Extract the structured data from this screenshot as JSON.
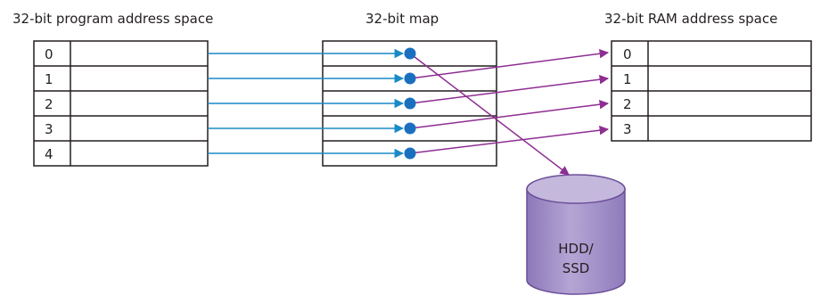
{
  "titles": {
    "program_space": "32-bit program address space",
    "map": "32-bit map",
    "ram_space": "32-bit RAM address space"
  },
  "program_rows": [
    "0",
    "1",
    "2",
    "3",
    "4"
  ],
  "ram_rows": [
    "0",
    "1",
    "2",
    "3"
  ],
  "map_rows": 5,
  "mapping": [
    {
      "from": "0",
      "to": "disk"
    },
    {
      "from": "1",
      "to": "0"
    },
    {
      "from": "2",
      "to": "1"
    },
    {
      "from": "3",
      "to": "2"
    },
    {
      "from": "4",
      "to": "3"
    }
  ],
  "disk": {
    "line1": "HDD/",
    "line2": "SSD"
  },
  "colors": {
    "box_border": "#231f20",
    "program_arrow": "#1a8ac6",
    "map_dot": "#1b6fbf",
    "mapping_arrow": "#8e2d92",
    "disk_fill": "#a996c9",
    "disk_top": "#c4b8dc",
    "disk_stroke": "#6b4e98"
  }
}
